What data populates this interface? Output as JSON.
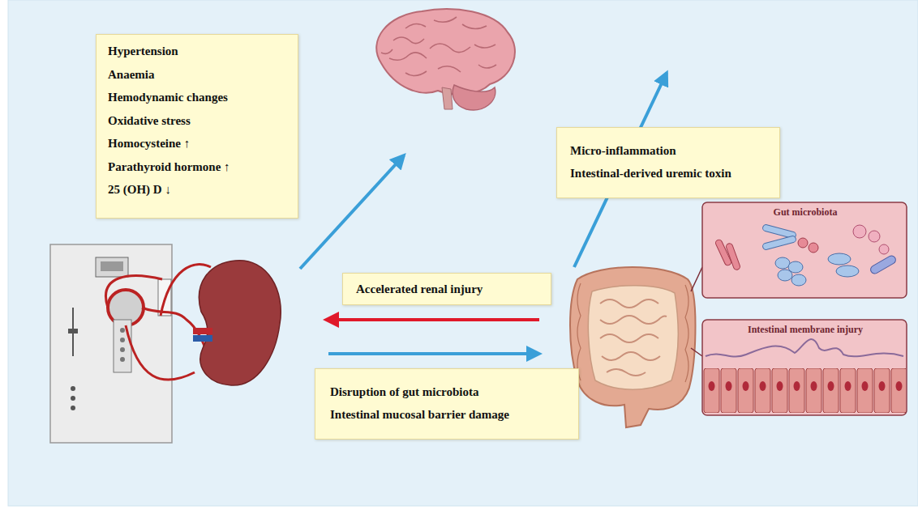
{
  "diagram": {
    "nodes": [
      {
        "text": [
          "Hypertension",
          "Anaemia",
          "Hemodynamic changes",
          "Oxidative stress",
          "Homocysteine ↑",
          "Parathyroid hormone ↑",
          "25 (OH) D ↓"
        ]
      },
      {
        "text": [
          "Micro-inflammation",
          "Intestinal-derived uremic toxin"
        ]
      },
      {
        "text": [
          "Accelerated renal injury"
        ]
      },
      {
        "text": [
          "Disruption of gut microbiota",
          "Intestinal mucosal barrier damage"
        ]
      },
      {
        "text": [
          "Gut microbiota"
        ]
      },
      {
        "text": [
          "Intestinal membrane injury"
        ]
      }
    ]
  }
}
